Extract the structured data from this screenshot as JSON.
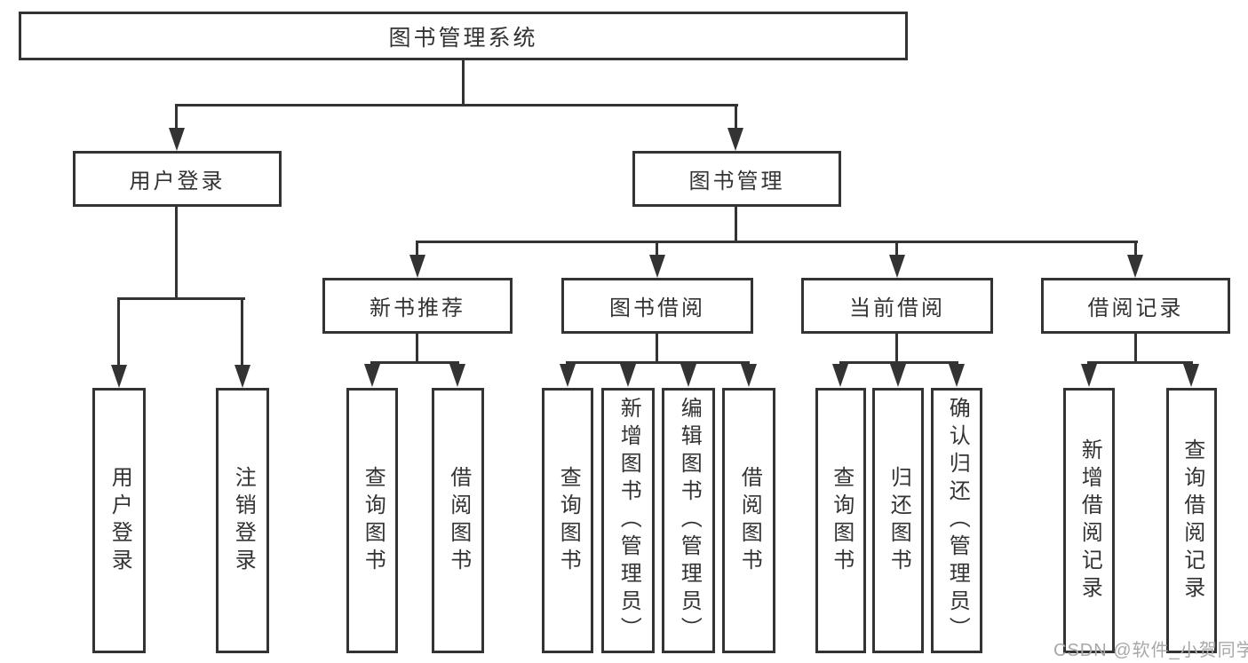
{
  "root": {
    "label": "图书管理系统"
  },
  "level1": [
    {
      "label": "用户登录",
      "leaves": [
        {
          "label": "用户登录"
        },
        {
          "label": "注销登录"
        }
      ]
    },
    {
      "label": "图书管理",
      "groups": [
        {
          "label": "新书推荐",
          "leaves": [
            {
              "label": "查询图书"
            },
            {
              "label": "借阅图书"
            }
          ]
        },
        {
          "label": "图书借阅",
          "leaves": [
            {
              "label": "查询图书"
            },
            {
              "label": "新增图书（管理员）"
            },
            {
              "label": "编辑图书（管理员）"
            },
            {
              "label": "借阅图书"
            }
          ]
        },
        {
          "label": "当前借阅",
          "leaves": [
            {
              "label": "查询图书"
            },
            {
              "label": "归还图书"
            },
            {
              "label": "确认归还（管理员）"
            }
          ]
        },
        {
          "label": "借阅记录",
          "leaves": [
            {
              "label": "新增借阅记录"
            },
            {
              "label": "查询借阅记录"
            }
          ]
        }
      ]
    }
  ],
  "watermark": {
    "label": "CSDN @软件_小贺同学"
  },
  "colors": {
    "line": "#333333",
    "text": "#333333",
    "watermark": "#a8a8a8",
    "background": "#ffffff"
  }
}
